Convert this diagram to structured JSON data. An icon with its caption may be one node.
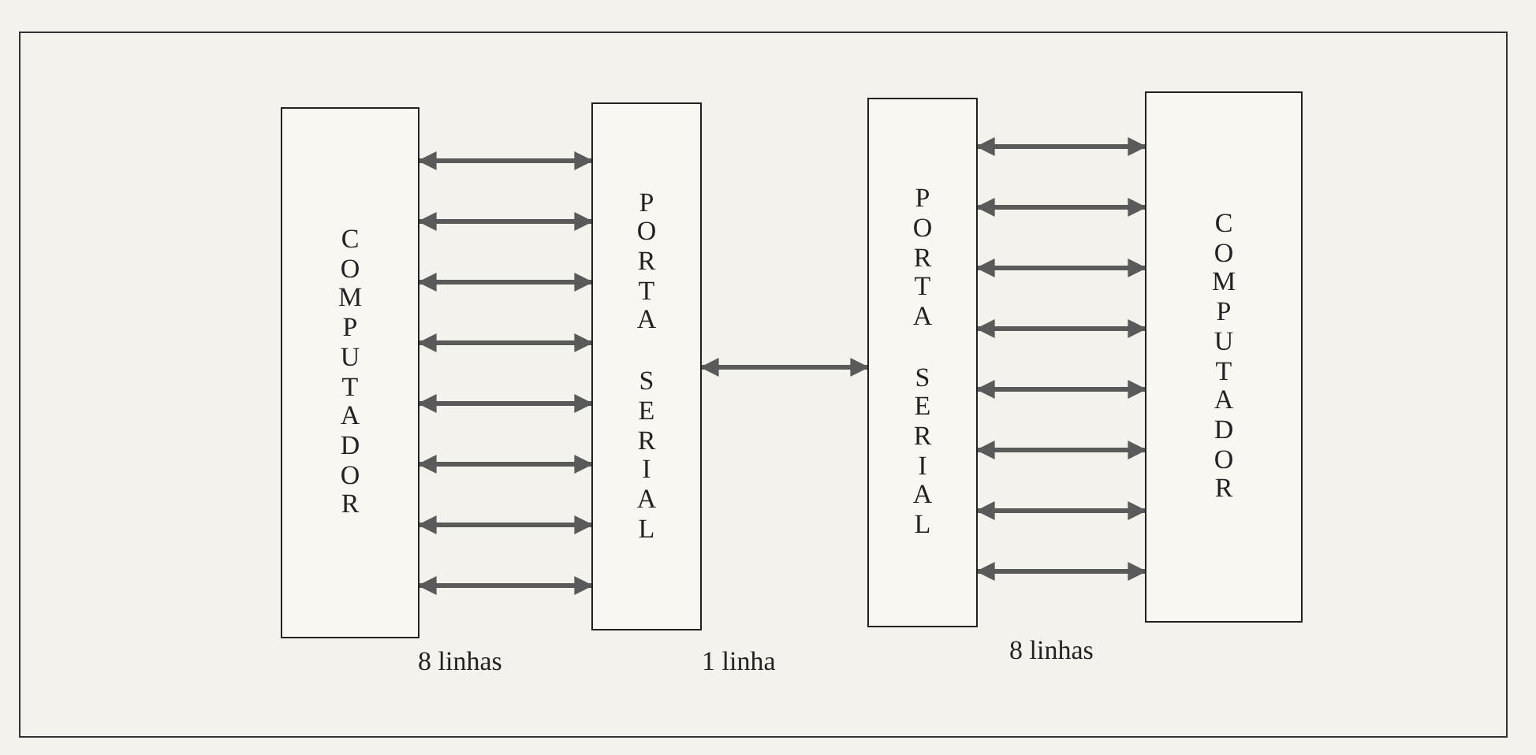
{
  "diagram": {
    "nodes": [
      {
        "text": [
          "COMPUTADOR"
        ]
      },
      {
        "text": [
          "PORTA SERIAL"
        ]
      },
      {
        "text": [
          "PORTA SERIAL"
        ]
      },
      {
        "text": [
          "COMPUTADOR"
        ]
      }
    ],
    "edges": [
      {
        "from": 0,
        "to": 1,
        "arrow": "both"
      },
      {
        "from": 0,
        "to": 1,
        "arrow": "both"
      },
      {
        "from": 0,
        "to": 1,
        "arrow": "both"
      },
      {
        "from": 0,
        "to": 1,
        "arrow": "both"
      },
      {
        "from": 0,
        "to": 1,
        "arrow": "both"
      },
      {
        "from": 0,
        "to": 1,
        "arrow": "both"
      },
      {
        "from": 0,
        "to": 1,
        "arrow": "both"
      },
      {
        "from": 0,
        "to": 1,
        "arrow": "both"
      },
      {
        "from": 1,
        "to": 2,
        "arrow": "both"
      },
      {
        "from": 2,
        "to": 3,
        "arrow": "both"
      },
      {
        "from": 2,
        "to": 3,
        "arrow": "both"
      },
      {
        "from": 2,
        "to": 3,
        "arrow": "both"
      },
      {
        "from": 2,
        "to": 3,
        "arrow": "both"
      },
      {
        "from": 2,
        "to": 3,
        "arrow": "both"
      },
      {
        "from": 2,
        "to": 3,
        "arrow": "both"
      },
      {
        "from": 2,
        "to": 3,
        "arrow": "both"
      },
      {
        "from": 2,
        "to": 3,
        "arrow": "both"
      }
    ],
    "labels": [
      "8 linhas",
      "1 linha",
      "8 linhas"
    ]
  }
}
